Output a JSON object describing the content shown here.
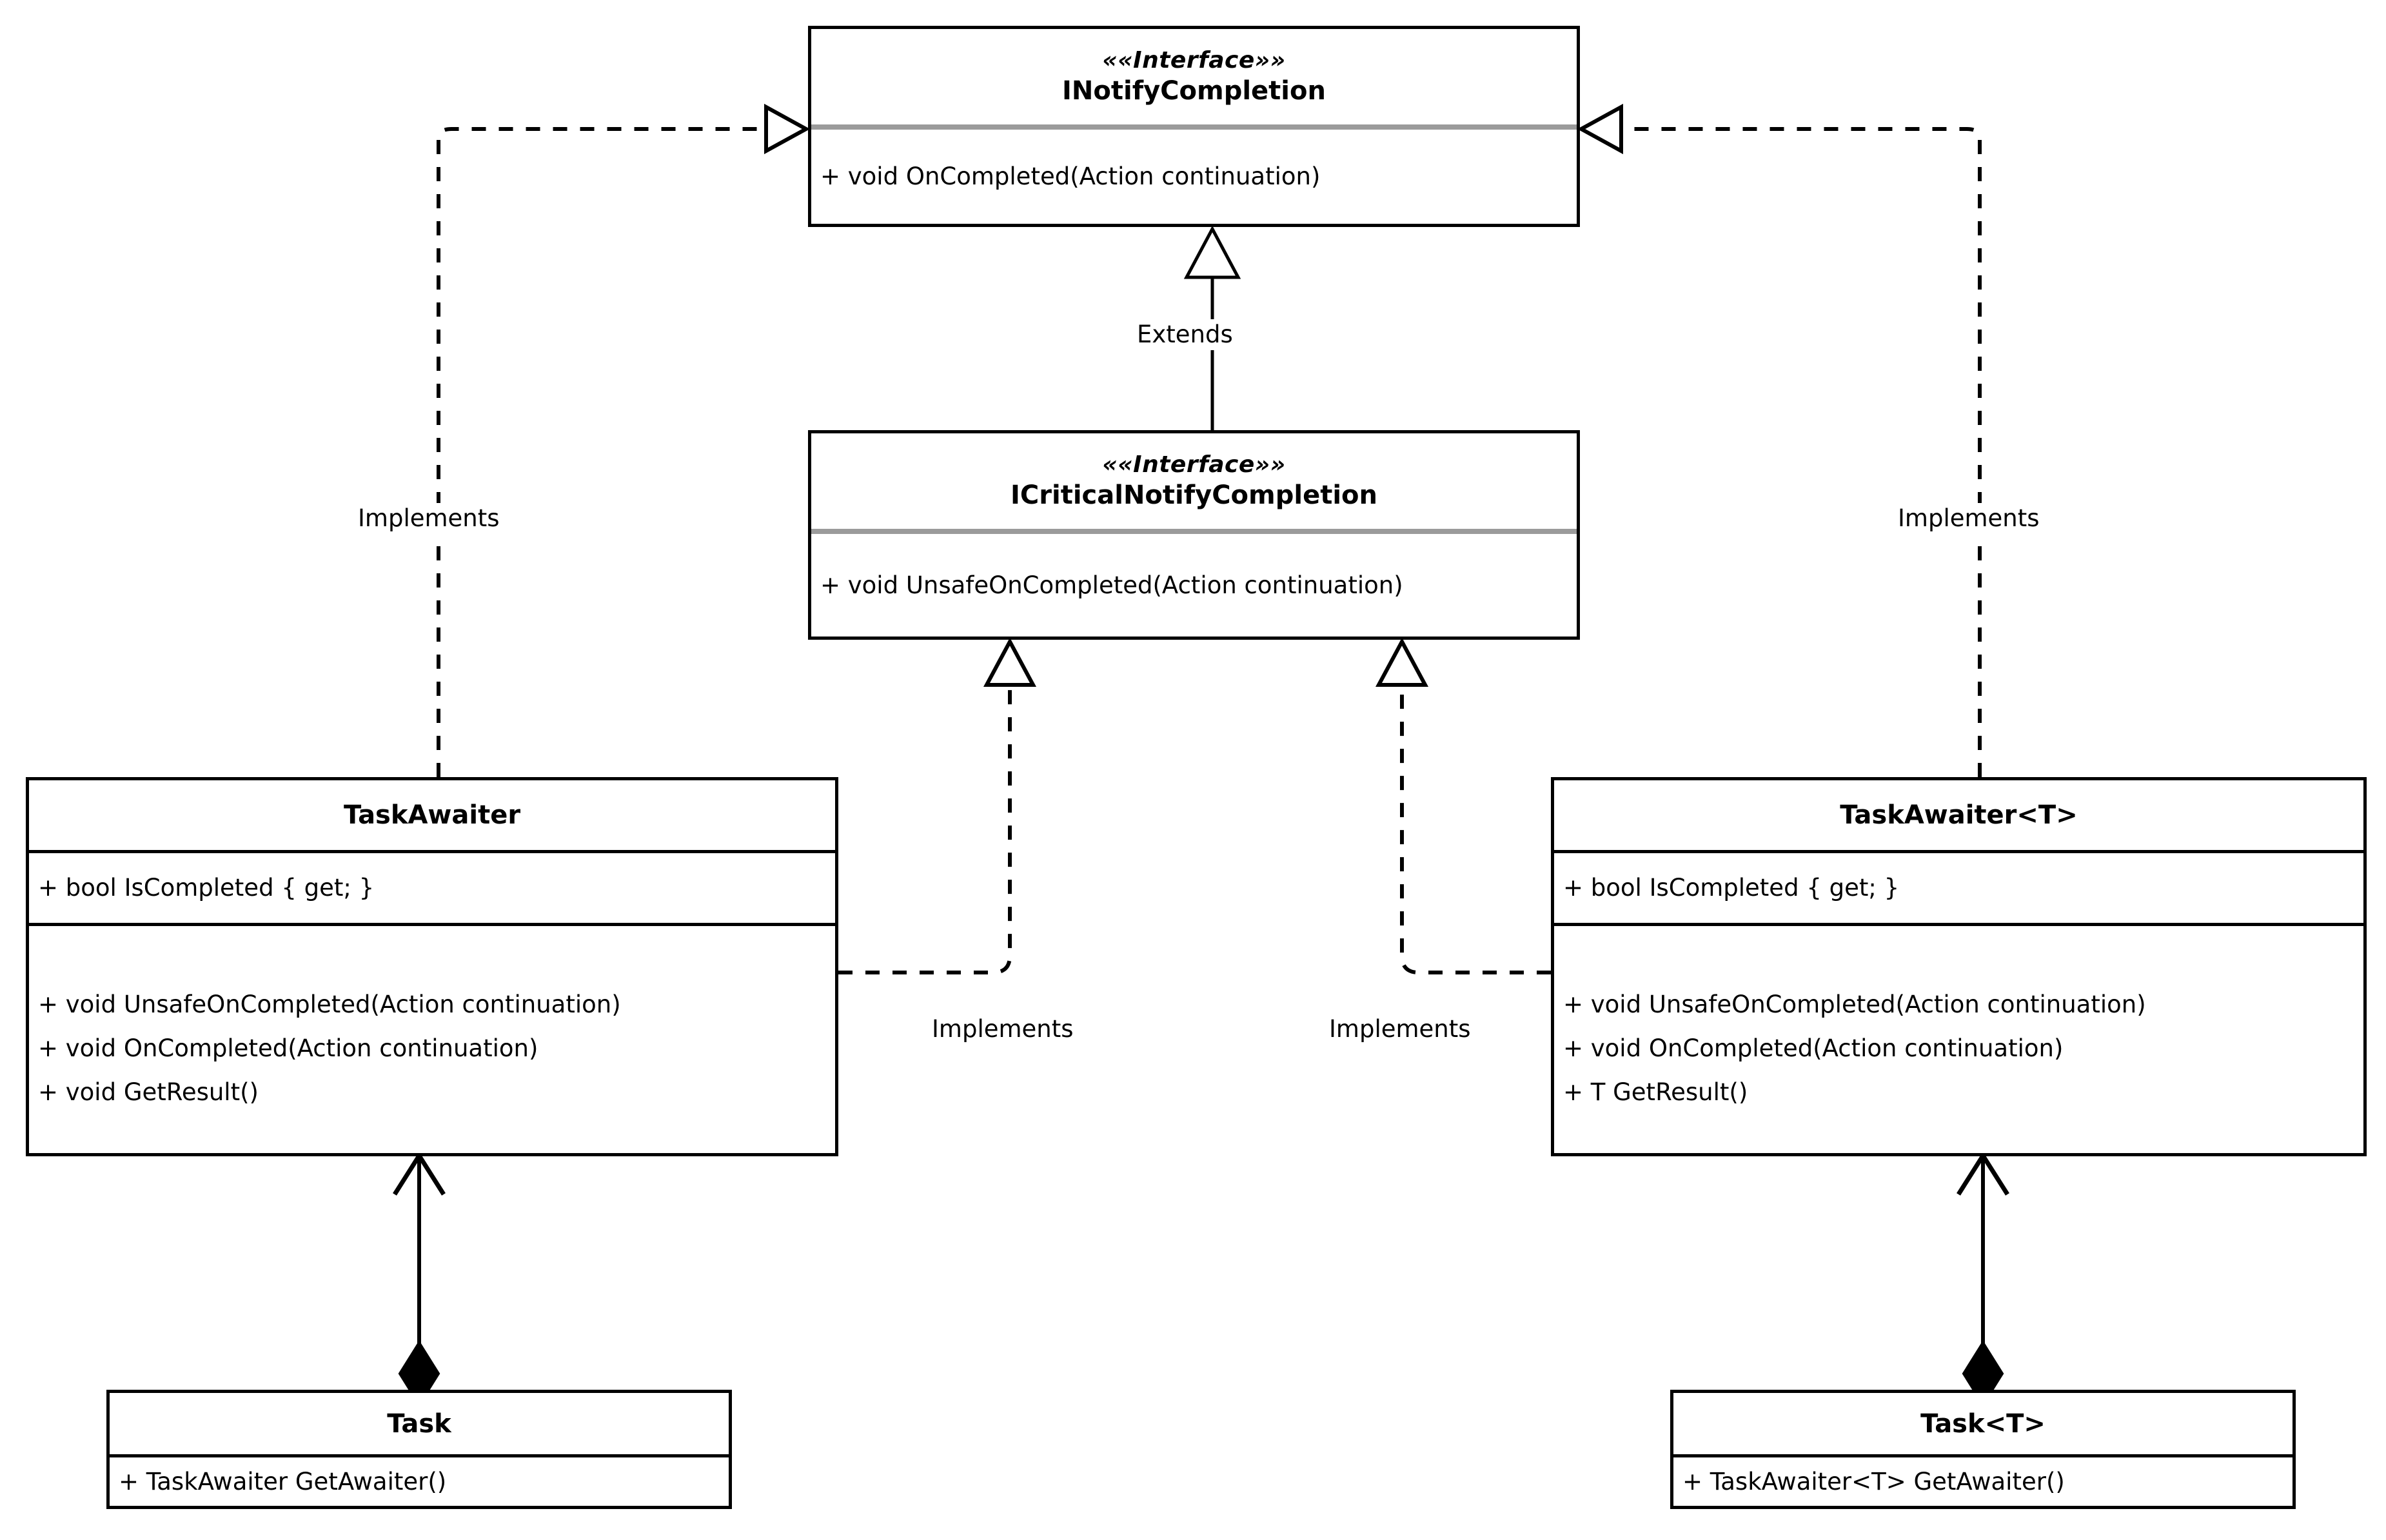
{
  "diagram": {
    "title": "TaskAwaiter UML class diagram",
    "type": "uml-class-diagram",
    "background": "#ffffff",
    "line_color": "#000000",
    "separator_color": "#9b9b9b"
  },
  "classes": {
    "inotify": {
      "stereotype": "««Interface»»",
      "name": "INotifyCompletion",
      "members": [
        "+ void OnCompleted(Action continuation)"
      ]
    },
    "icritical": {
      "stereotype": "««Interface»»",
      "name": "ICriticalNotifyCompletion",
      "members": [
        "+ void UnsafeOnCompleted(Action continuation)"
      ]
    },
    "task_awaiter": {
      "name": "TaskAwaiter",
      "properties": [
        "+ bool IsCompleted { get; }"
      ],
      "methods": [
        "+ void UnsafeOnCompleted(Action continuation)",
        "+ void OnCompleted(Action continuation)",
        "+ void GetResult()"
      ]
    },
    "task_awaiter_t": {
      "name": "TaskAwaiter<T>",
      "properties": [
        "+ bool IsCompleted { get; }"
      ],
      "methods": [
        "+ void UnsafeOnCompleted(Action continuation)",
        "+ void OnCompleted(Action continuation)",
        "+ T GetResult()"
      ]
    },
    "task": {
      "name": "Task",
      "methods": [
        "+ TaskAwaiter GetAwaiter()"
      ]
    },
    "task_t": {
      "name": "Task<T>",
      "methods": [
        "+ TaskAwaiter<T> GetAwaiter()"
      ]
    }
  },
  "relationships": {
    "extends": {
      "label": "Extends",
      "from": "ICriticalNotifyCompletion",
      "to": "INotifyCompletion",
      "style": "solid",
      "arrow": "hollow-triangle"
    },
    "implements_left_top": {
      "label": "Implements",
      "from": "TaskAwaiter",
      "to": "INotifyCompletion",
      "style": "dashed",
      "arrow": "hollow-triangle"
    },
    "implements_right_top": {
      "label": "Implements",
      "from": "TaskAwaiter<T>",
      "to": "INotifyCompletion",
      "style": "dashed",
      "arrow": "hollow-triangle"
    },
    "implements_left_mid": {
      "label": "Implements",
      "from": "TaskAwaiter",
      "to": "ICriticalNotifyCompletion",
      "style": "dashed",
      "arrow": "hollow-triangle"
    },
    "implements_right_mid": {
      "label": "Implements",
      "from": "TaskAwaiter<T>",
      "to": "ICriticalNotifyCompletion",
      "style": "dashed",
      "arrow": "hollow-triangle"
    },
    "composition_left": {
      "label": "",
      "from": "Task",
      "to": "TaskAwaiter",
      "style": "solid",
      "arrow": "filled-diamond-open-arrow"
    },
    "composition_right": {
      "label": "",
      "from": "Task<T>",
      "to": "TaskAwaiter<T>",
      "style": "solid",
      "arrow": "filled-diamond-open-arrow"
    }
  }
}
